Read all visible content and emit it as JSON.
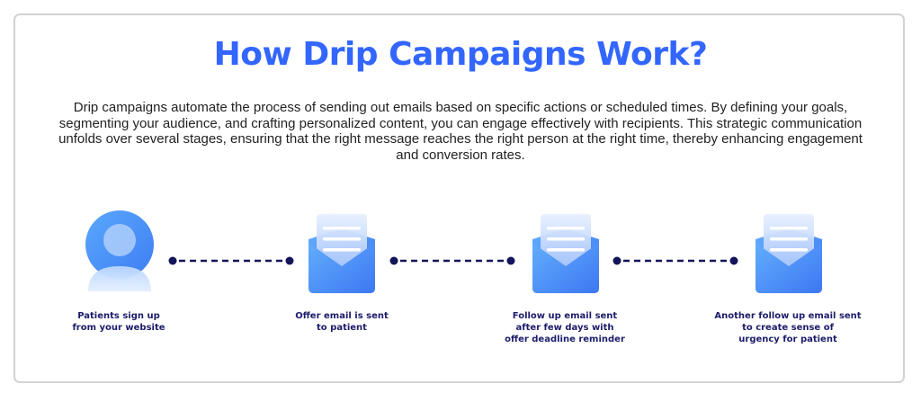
{
  "title": "How Drip Campaigns Work?",
  "description": "Drip campaigns automate the process of sending out emails based on specific actions or scheduled times. By defining your goals, segmenting your audience, and crafting personalized content, you can engage effectively with recipients. This strategic communication unfolds over several stages, ensuring that the right message reaches the right person at the right time, thereby enhancing engagement and conversion rates.",
  "colors": {
    "title": "#3366ff",
    "label": "#1c1c6b",
    "connector": "#14145a",
    "icon_primary": "#4a86f7",
    "card_border": "#d2d2d2"
  },
  "steps": [
    {
      "icon": "user-icon",
      "label": "Patients sign up\nfrom your website"
    },
    {
      "icon": "open-envelope-icon",
      "label": "Offer email is sent\nto patient"
    },
    {
      "icon": "open-envelope-icon",
      "label": "Follow up email sent\nafter few days with\noffer deadline reminder"
    },
    {
      "icon": "open-envelope-icon",
      "label": "Another follow up email sent\nto create sense of\nurgency for patient"
    }
  ]
}
